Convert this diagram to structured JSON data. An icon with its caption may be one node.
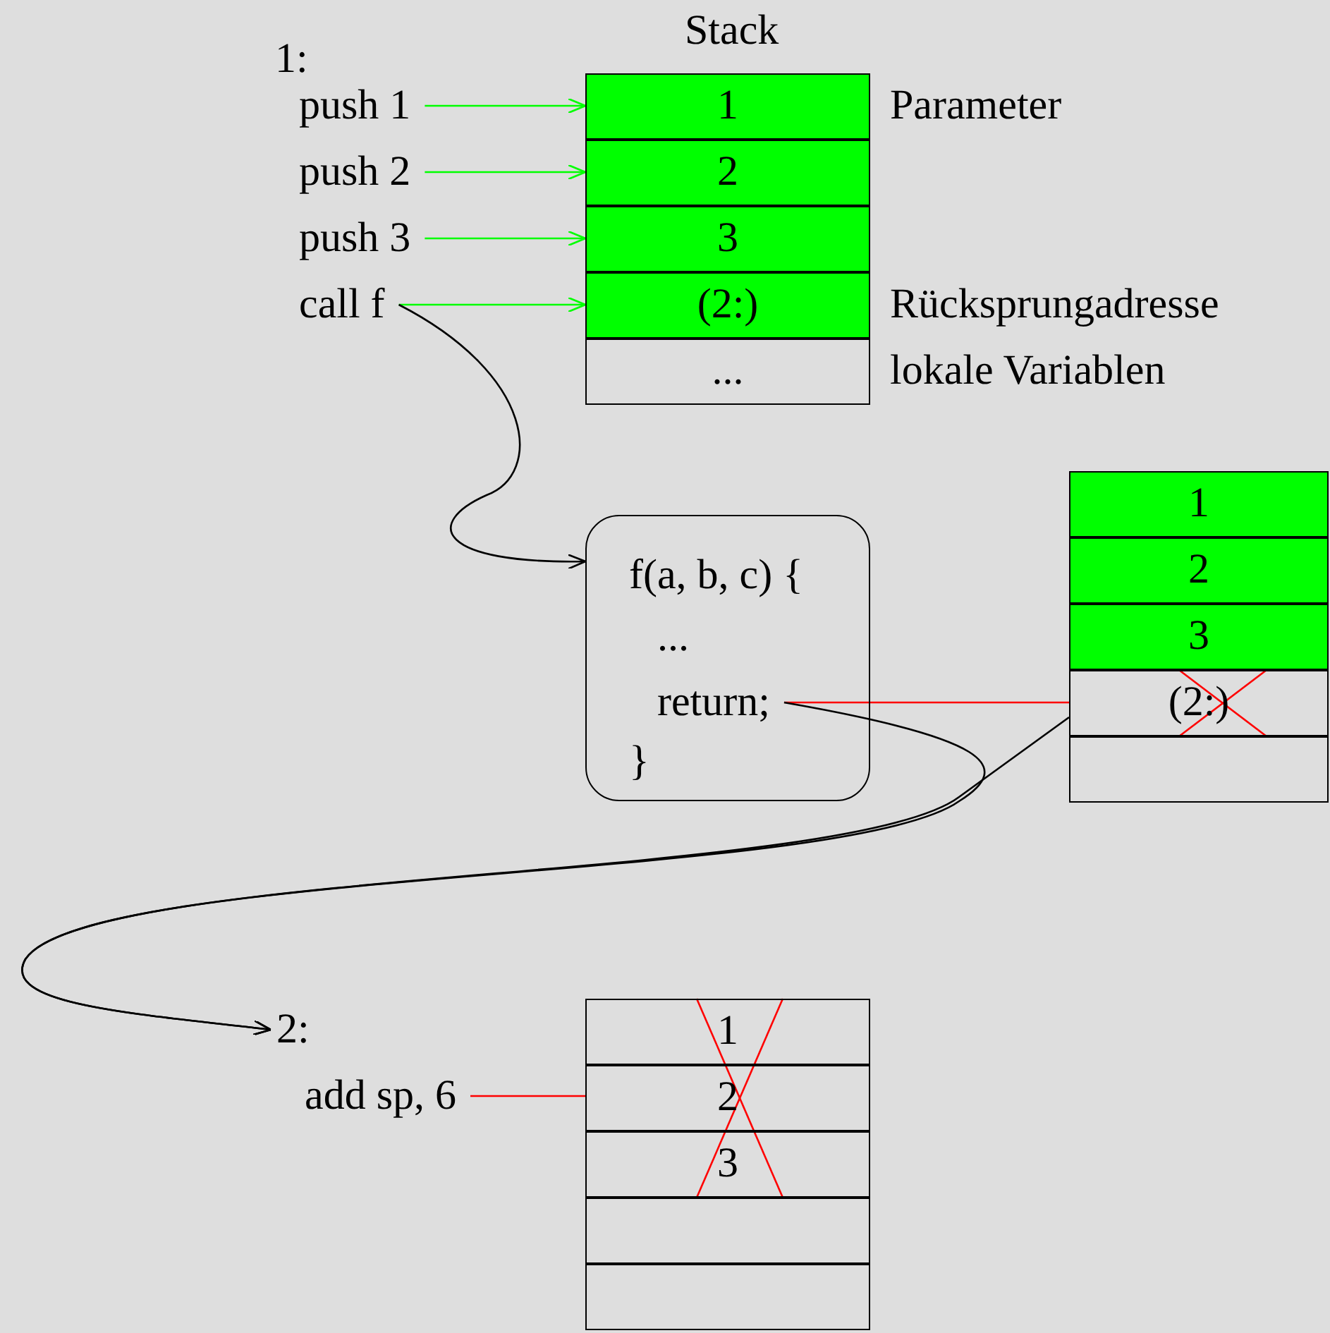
{
  "diagram": {
    "nodes": [
      {
        "text": [
          "push 1"
        ]
      },
      {
        "text": [
          "push 2"
        ]
      },
      {
        "text": [
          "push 3"
        ]
      },
      {
        "text": [
          "call f"
        ]
      },
      {
        "text": [
          "1"
        ],
        "beside": [
          "Parameter"
        ]
      },
      {
        "text": [
          "2"
        ]
      },
      {
        "text": [
          "3"
        ]
      },
      {
        "text": [
          "(2:)"
        ],
        "beside": [
          "Rücksprungadresse"
        ]
      },
      {
        "text": [
          "..."
        ],
        "beside": [
          "lokale Variablen"
        ]
      },
      {
        "text": [],
        "shape": "box"
      },
      {
        "text": [
          "f(a, b, c) {"
        ],
        "in": 9
      },
      {
        "text": [
          "..."
        ],
        "in": 9
      },
      {
        "text": [
          "return;"
        ],
        "in": 9
      },
      {
        "text": [
          "}"
        ],
        "in": 9
      },
      {
        "text": [
          "1"
        ]
      },
      {
        "text": [
          "2"
        ]
      },
      {
        "text": [
          "3"
        ]
      },
      {
        "text": [
          "(2:)"
        ]
      },
      {
        "text": [],
        "shape": "box"
      },
      {
        "text": [
          "2:"
        ]
      },
      {
        "text": [
          "add sp, 6"
        ]
      },
      {
        "text": [
          "1"
        ]
      },
      {
        "text": [
          "2"
        ]
      },
      {
        "text": [
          "3"
        ]
      },
      {
        "text": [],
        "shape": "box"
      },
      {
        "text": [],
        "shape": "box"
      }
    ],
    "edges": [
      {
        "from": 0,
        "to": 4,
        "arrow": "to",
        "color": "#00ff00"
      },
      {
        "from": 1,
        "to": 5,
        "arrow": "to",
        "color": "#00ff00"
      },
      {
        "from": 2,
        "to": 6,
        "arrow": "to",
        "color": "#00ff00"
      },
      {
        "from": 3,
        "to": 7,
        "arrow": "to",
        "color": "#00ff00"
      },
      {
        "from": 3,
        "to": 9,
        "arrow": "to",
        "color": "#000000"
      },
      {
        "from": 12,
        "to": 17,
        "arrow": "none",
        "color": "#ff0000"
      },
      {
        "from": 12,
        "to": 19,
        "arrow": "to",
        "color": "#000000"
      },
      {
        "from": 17,
        "to": 19,
        "arrow": "to",
        "color": "#000000"
      },
      {
        "from": 20,
        "to": 22,
        "arrow": "none",
        "color": "#ff0000"
      }
    ],
    "labels": [
      "Stack",
      "1:"
    ]
  }
}
